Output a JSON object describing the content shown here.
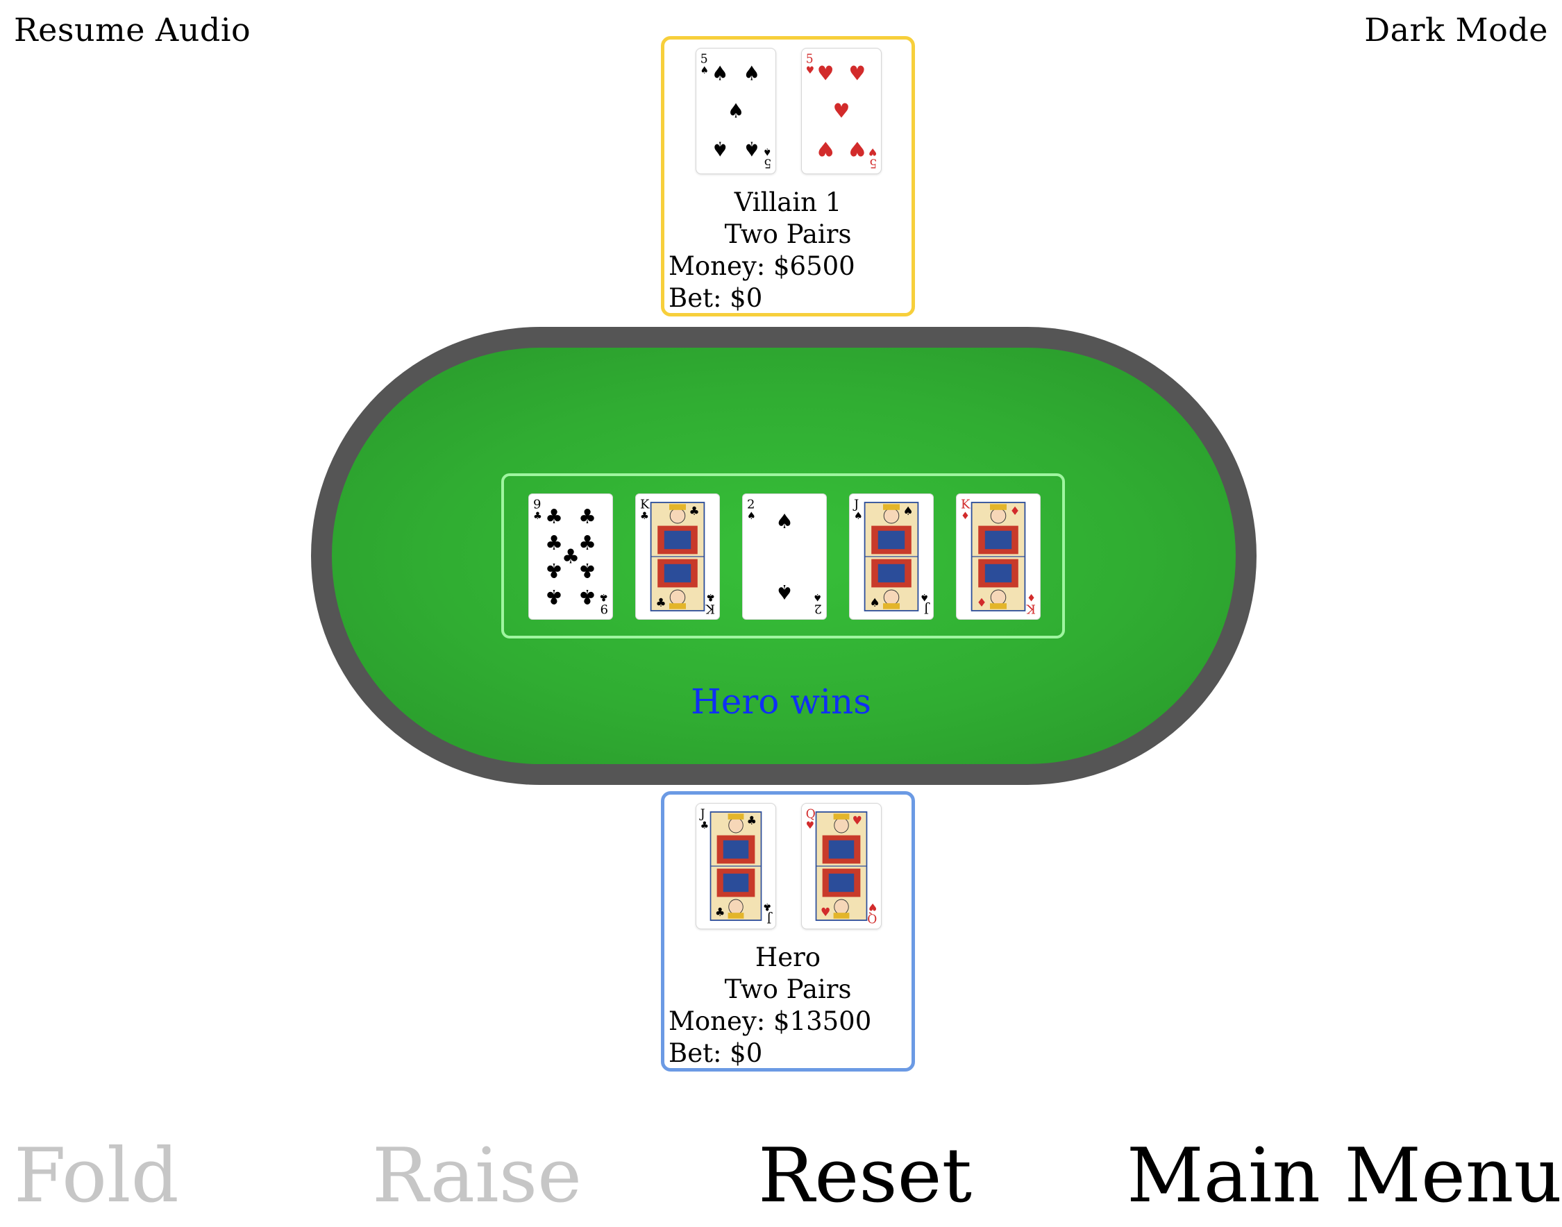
{
  "topbar": {
    "audio_label": "Resume Audio",
    "theme_label": "Dark Mode"
  },
  "villain": {
    "name": "Villain 1",
    "hand": "Two Pairs",
    "money": "Money: $6500",
    "bet": "Bet: $0",
    "cards": [
      {
        "rank": "5",
        "suit": "spades",
        "color": "#000000",
        "face": false
      },
      {
        "rank": "5",
        "suit": "hearts",
        "color": "#d22b2b",
        "face": false
      }
    ]
  },
  "board": {
    "cards": [
      {
        "rank": "9",
        "suit": "clubs",
        "color": "#000000",
        "face": false
      },
      {
        "rank": "K",
        "suit": "clubs",
        "color": "#000000",
        "face": true
      },
      {
        "rank": "2",
        "suit": "spades",
        "color": "#000000",
        "face": false
      },
      {
        "rank": "J",
        "suit": "spades",
        "color": "#000000",
        "face": true
      },
      {
        "rank": "K",
        "suit": "diamonds",
        "color": "#d22b2b",
        "face": true
      }
    ],
    "result": "Hero wins"
  },
  "hero": {
    "name": "Hero",
    "hand": "Two Pairs",
    "money": "Money: $13500",
    "bet": "Bet: $0",
    "cards": [
      {
        "rank": "J",
        "suit": "clubs",
        "color": "#000000",
        "face": true
      },
      {
        "rank": "Q",
        "suit": "hearts",
        "color": "#d22b2b",
        "face": true
      }
    ]
  },
  "actions": {
    "fold": "Fold",
    "raise": "Raise",
    "reset": "Reset",
    "main_menu": "Main Menu"
  },
  "colors": {
    "villain_border": "#f7cf3b",
    "hero_border": "#6b9ae4",
    "felt": "#33b535",
    "rail": "#555555",
    "result_text": "#0f2ff5",
    "disabled_action": "#c6c6c6"
  }
}
